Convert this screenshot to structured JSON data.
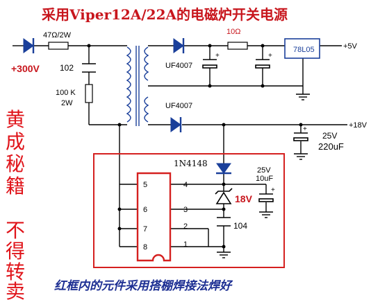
{
  "title": "采用Viper12A/22A的电磁炉开关电源",
  "footer": "红框内的元件采用搭棚焊接法焊好",
  "side_left_top": [
    "黄",
    "成",
    "秘",
    "籍"
  ],
  "side_left_bottom": [
    "不",
    "得",
    "转",
    "卖"
  ],
  "labels": {
    "input_voltage": "+300V",
    "resistor_in": "47Ω/2W",
    "cap_102": "102",
    "resistor_100k": "100 K",
    "resistor_100k_power": "2W",
    "diode_top": "UF4007",
    "diode_mid": "UF4007",
    "resistor_10": "10Ω",
    "regulator": "78L05",
    "out_5v": "+5V",
    "out_18v": "+18V",
    "cap_220_voltage": "25V",
    "cap_220_value": "220uF",
    "diode_1n4148": "1N4148",
    "cap_10u_voltage": "25V",
    "cap_10u_value": "10uF",
    "zener_label": "18V",
    "cap_104": "104",
    "plus": "+",
    "pins": {
      "p5": "5",
      "p6": "6",
      "p7": "7",
      "p8": "8",
      "p4": "4",
      "p3": "3",
      "p2": "2",
      "p1": "1"
    }
  },
  "colors": {
    "wire": "#000000",
    "component": "#1a3f9a",
    "red_box": "#d5201f",
    "title": "#c8161d",
    "footer": "#1d2f93",
    "zener_label": "#c8161d",
    "input_label": "#c8161d"
  }
}
